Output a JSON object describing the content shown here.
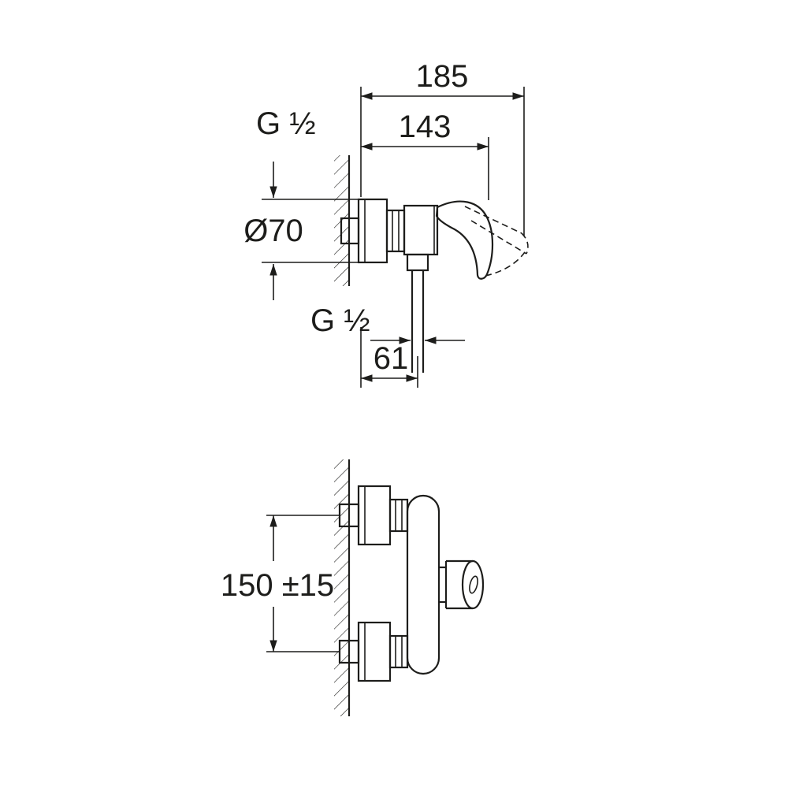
{
  "drawing": {
    "colors": {
      "line": "#1d1d1b",
      "background": "#ffffff"
    },
    "top_view": {
      "dim_total_projection": "185",
      "dim_body_projection": "143",
      "label_inlet_thread": "G ½",
      "dim_escutcheon_diameter": "Ø70",
      "label_outlet_thread": "G ½",
      "dim_outlet_offset": "61"
    },
    "front_view": {
      "dim_connection_centers": "150 ±15"
    }
  }
}
